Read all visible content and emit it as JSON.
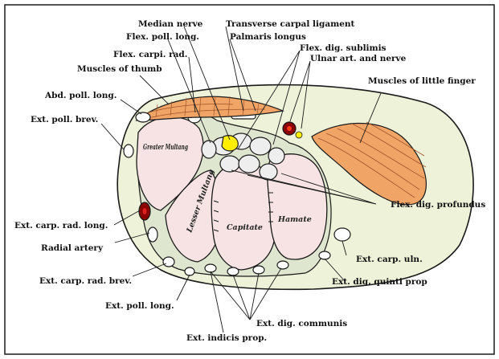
{
  "colors": {
    "border": "#1a1a1a",
    "wrist_section_fill": "#eef2d9",
    "bone_fill": "#f7e3e3",
    "muscle_fill": "#f0a466",
    "median_nerve_fill": "#ffee00",
    "artery_fill": "#8b0000"
  },
  "labels": {
    "median_nerve": "Median nerve",
    "transverse_carpal_ligament": "Transverse carpal ligament",
    "flex_poll_long": "Flex. poll. long.",
    "palmaris_longus": "Palmaris longus",
    "flex_carpi_rad": "Flex. carpi. rad.",
    "flex_dig_sublimis": "Flex. dig. sublimis",
    "muscles_of_thumb": "Muscles of thumb",
    "ulnar_art_and_nerve": "Ulnar art. and nerve",
    "muscles_of_little_finger": "Muscles of little finger",
    "abd_poll_long": "Abd. poll. long.",
    "ext_poll_brev": "Ext. poll. brev.",
    "flex_dig_profundus": "Flex. dig. profundus",
    "ext_carp_rad_long": "Ext. carp. rad. long.",
    "radial_artery": "Radial artery",
    "ext_carp_uln": "Ext. carp. uln.",
    "ext_carp_rad_brev": "Ext. carp. rad. brev.",
    "ext_dig_quinti_prop": "Ext. dig. quinti prop",
    "ext_poll_long": "Ext. poll. long.",
    "ext_dig_communis": "Ext. dig. communis",
    "ext_indicis_prop": "Ext. indicis prop."
  },
  "bones": {
    "greater_multang": "Greater Multang",
    "lesser_multang": "Lesser Multang",
    "capitate": "Capitate",
    "hamate": "Hamate"
  }
}
